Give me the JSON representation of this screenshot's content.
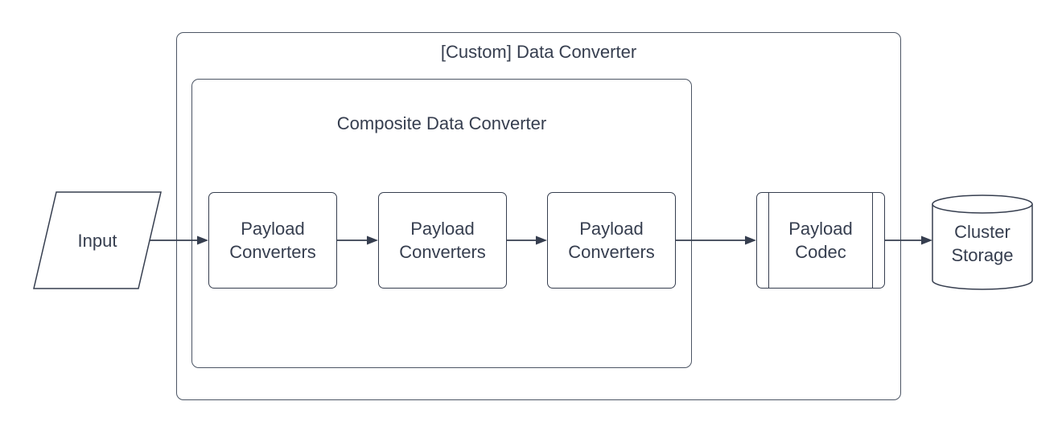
{
  "diagram": {
    "groups": {
      "custom": {
        "title": "[Custom] Data Converter"
      },
      "composite": {
        "title": "Composite Data Converter"
      }
    },
    "nodes": {
      "input": {
        "label": "Input",
        "shape": "parallelogram"
      },
      "converter1": {
        "label": "Payload Converters",
        "shape": "rectangle"
      },
      "converter2": {
        "label": "Payload Converters",
        "shape": "rectangle"
      },
      "converter3": {
        "label": "Payload Converters",
        "shape": "rectangle"
      },
      "codec": {
        "label": "Payload Codec",
        "shape": "predefined-process"
      },
      "storage": {
        "label": "Cluster Storage",
        "shape": "cylinder"
      }
    },
    "edges": [
      {
        "from": "input",
        "to": "converter1"
      },
      {
        "from": "converter1",
        "to": "converter2"
      },
      {
        "from": "converter2",
        "to": "converter3"
      },
      {
        "from": "converter3",
        "to": "codec"
      },
      {
        "from": "codec",
        "to": "storage"
      }
    ],
    "colors": {
      "stroke": "#363e4f",
      "text": "#363e4f",
      "background": "#ffffff"
    }
  }
}
